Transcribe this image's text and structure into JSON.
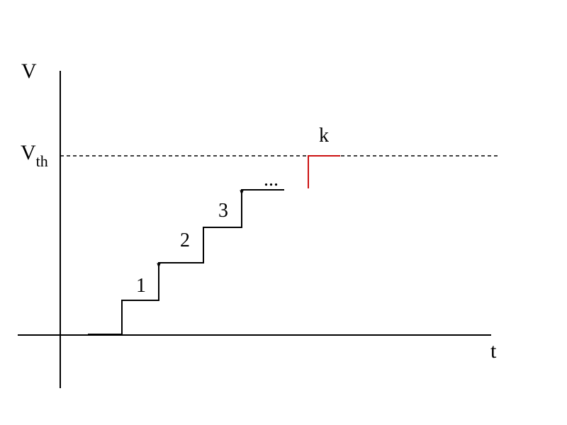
{
  "labels": {
    "y_axis": "V",
    "x_axis": "t",
    "threshold_main": "V",
    "threshold_sub": "th",
    "step_1": "1",
    "step_2": "2",
    "step_3": "3",
    "continuation": "...",
    "final_step": "k"
  },
  "colors": {
    "axis": "#000000",
    "staircase": "#000000",
    "threshold_line": "#000000",
    "final_step": "#cc1111"
  }
}
